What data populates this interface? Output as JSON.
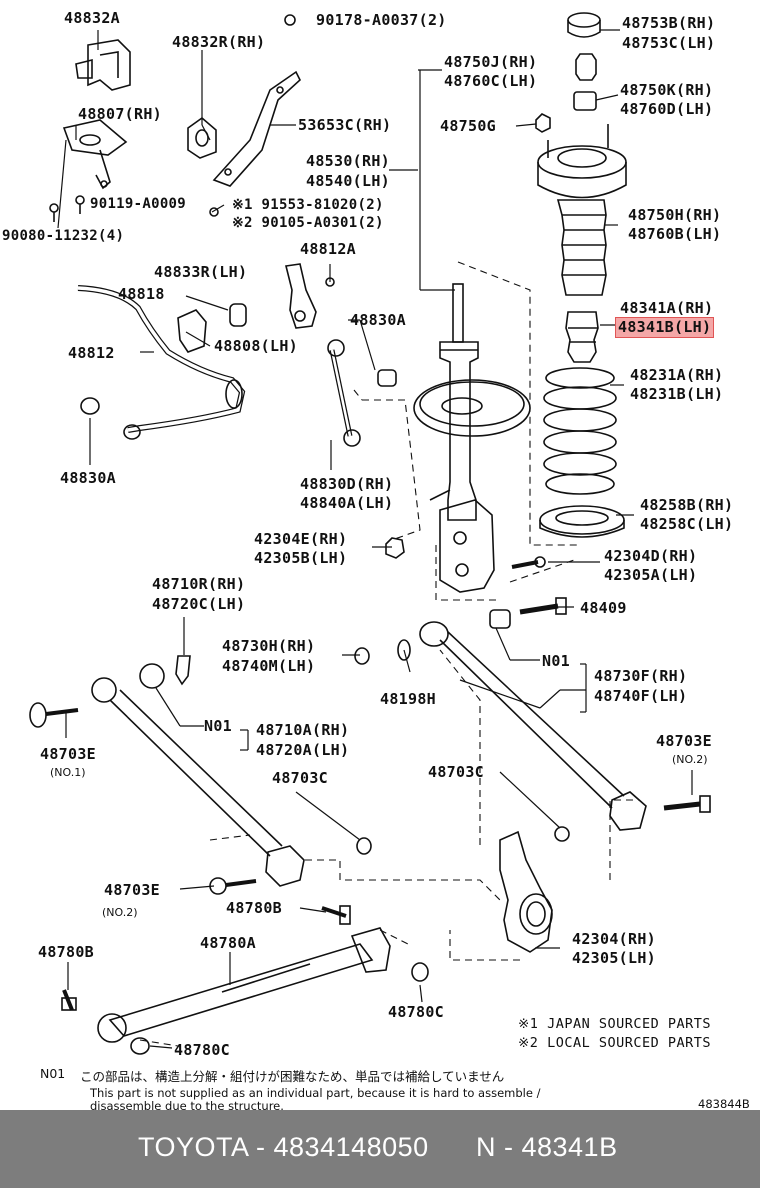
{
  "labels": {
    "l48832A": "48832A",
    "l90178": "90178-A0037(2)",
    "l48832R": "48832R(RH)",
    "l48807": "48807(RH)",
    "l53653C": "53653C(RH)",
    "l90119": "90119-A0009",
    "l91553": "※1 91553-81020(2)",
    "l90105": "※2 90105-A0301(2)",
    "l90080": "90080-11232(4)",
    "l48530": "48530(RH)",
    "l48540": "48540(LH)",
    "l48750J": "48750J(RH)",
    "l48760C": "48760C(LH)",
    "l48750G": "48750G",
    "l48753B": "48753B(RH)",
    "l48753C": "48753C(LH)",
    "l48750K": "48750K(RH)",
    "l48760D": "48760D(LH)",
    "l48750H": "48750H(RH)",
    "l48760B": "48760B(LH)",
    "l48341A": "48341A(RH)",
    "l48341B": "48341B(LH)",
    "l48231A": "48231A(RH)",
    "l48231B": "48231B(LH)",
    "l48258B": "48258B(RH)",
    "l48258C": "48258C(LH)",
    "l48812A": "48812A",
    "l48833R": "48833R(LH)",
    "l48818": "48818",
    "l48812": "48812",
    "l48808": "48808(LH)",
    "l48830A_1": "48830A",
    "l48830A_2": "48830A",
    "l48830D": "48830D(RH)",
    "l48840A": "48840A(LH)",
    "l42304E": "42304E(RH)",
    "l42305B": "42305B(LH)",
    "l42304D": "42304D(RH)",
    "l42305A": "42305A(LH)",
    "l48710R": "48710R(RH)",
    "l48720C": "48720C(LH)",
    "l48409": "48409",
    "l48730H": "48730H(RH)",
    "l48740M": "48740M(LH)",
    "l48198H": "48198H",
    "lN01a": "N01",
    "l48730F": "48730F(RH)",
    "l48740F": "48740F(LH)",
    "l48703E_1": "48703E",
    "l48703E_1n": "(NO.1)",
    "lN01b": "N01",
    "l48710A": "48710A(RH)",
    "l48720A": "48720A(LH)",
    "l48703E_2": "48703E",
    "l48703E_2n": "(NO.2)",
    "l48703C_1": "48703C",
    "l48703C_2": "48703C",
    "l48703E_3": "48703E",
    "l48703E_3n": "(NO.2)",
    "l48780B_1": "48780B",
    "l48780B_2": "48780B",
    "l48780A": "48780A",
    "l42304": "42304(RH)",
    "l42305": "42305(LH)",
    "l48780C_1": "48780C",
    "l48780C_2": "48780C"
  },
  "notes": {
    "japan": "※1 JAPAN SOURCED PARTS",
    "local": "※2 LOCAL SOURCED PARTS",
    "n01_key": "N01",
    "n01_jp": "この部品は、構造上分解・組付けが困難なため、単品では補給していません",
    "n01_en1": "This part is not supplied as an individual part, because it is hard to assemble /",
    "n01_en2": "disassemble due to the structure.",
    "diagram_id": "483844B"
  },
  "footer": {
    "brand_part": "TOYOTA - 4834148050",
    "n_part": "N - 48341B"
  },
  "colors": {
    "highlight": "#f4a7a7",
    "footer_bg": "#7d7d7d",
    "footer_text": "#ffffff"
  }
}
